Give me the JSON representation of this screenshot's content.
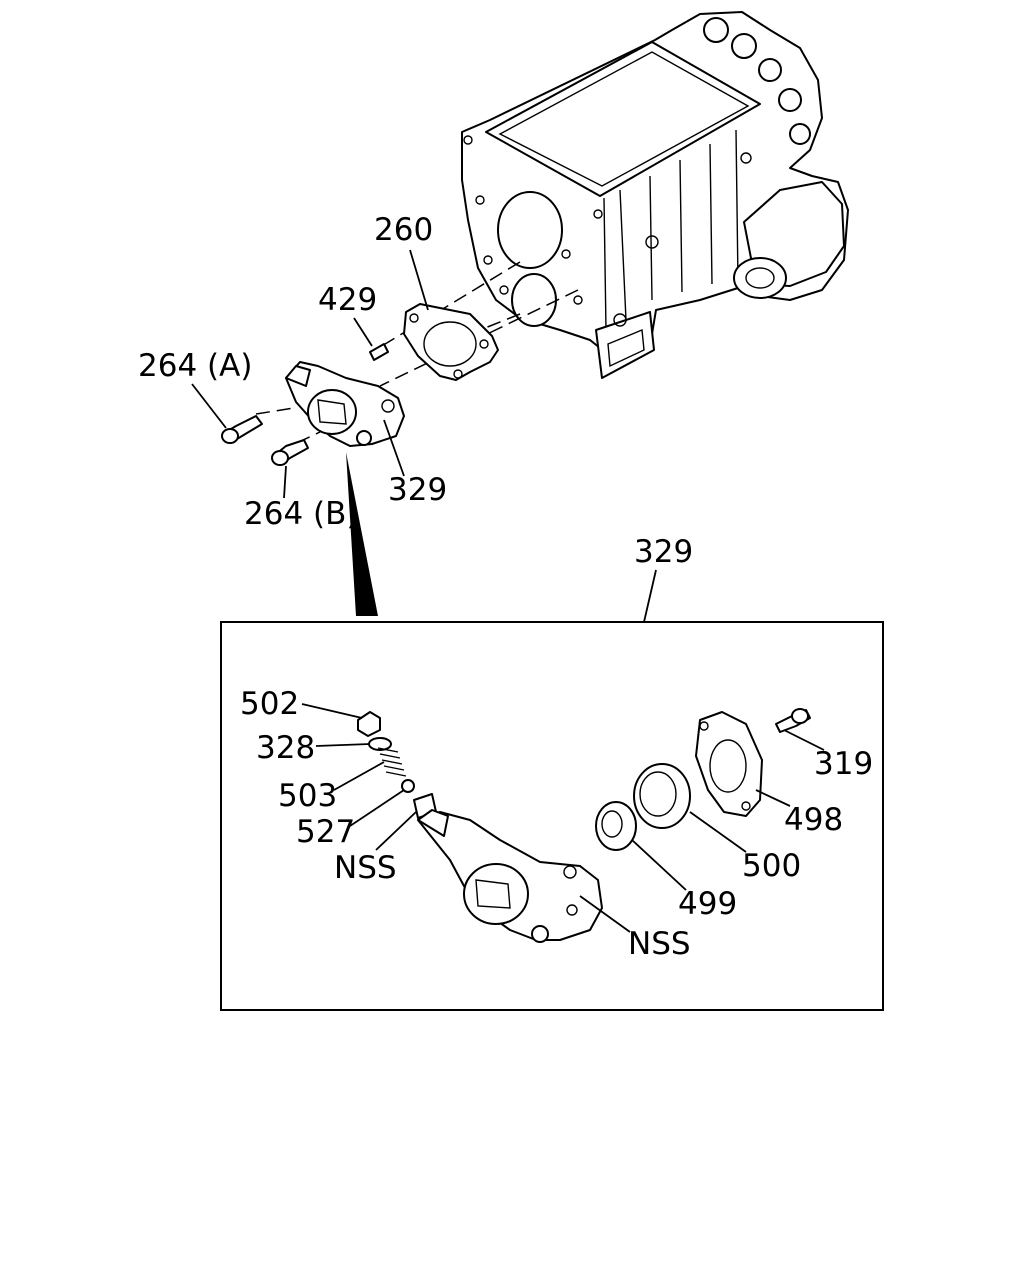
{
  "callouts": {
    "c260": "260",
    "c429": "429",
    "c264a": "264 (A)",
    "c264b": "264 (B)",
    "c329_top": "329",
    "c329_detail": "329",
    "c502": "502",
    "c328": "328",
    "c503": "503",
    "c527": "527",
    "c_nss_left": "NSS",
    "c_nss_right": "NSS",
    "c319": "319",
    "c498": "498",
    "c500": "500",
    "c499": "499"
  }
}
